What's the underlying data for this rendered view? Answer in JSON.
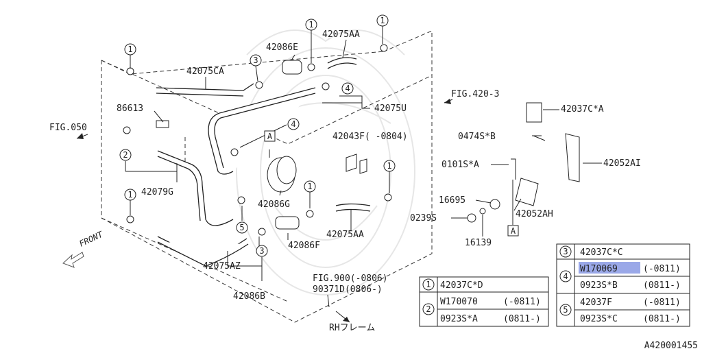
{
  "parts": {
    "p42075CA": "42075CA",
    "p42086E": "42086E",
    "p42075AA_top": "42075AA",
    "p86613": "86613",
    "p42075U": "42075U",
    "fig420": "FIG.420-3",
    "fig050": "FIG.050",
    "p42043F": "42043F( -0804)",
    "p42037CA": "42037C*A",
    "p0474SB": "0474S*B",
    "p0101SA": "0101S*A",
    "p42052AI": "42052AI",
    "p42079G": "42079G",
    "p42086G": "42086G",
    "p16695": "16695",
    "p0239S": "0239S",
    "p42052AH": "42052AH",
    "p16139": "16139",
    "p42075AA_bot": "42075AA",
    "p42086F": "42086F",
    "p42075AZ": "42075AZ",
    "p42086B": "42086B",
    "fig900a": "FIG.900(-0806)",
    "fig900b": "90371D(0806-)",
    "rh": "RHフレーム",
    "front": "FRONT",
    "doc_id": "A420001455"
  },
  "callouts": {
    "c1": "1",
    "c2": "2",
    "c3": "3",
    "c4": "4",
    "c5": "5",
    "box_a": "A"
  },
  "legend_left": {
    "r1_num": "1",
    "r1_part": "42037C*D",
    "r2_num": "2",
    "r2a_part": "W170070",
    "r2a_range": "(-0811)",
    "r2b_part": "0923S*A",
    "r2b_range": "(0811-)"
  },
  "legend_right": {
    "r3_num": "3",
    "r3_part": "42037C*C",
    "r4_num": "4",
    "r4a_part": "W170069",
    "r4a_range": "(-0811)",
    "r4b_part": "0923S*B",
    "r4b_range": "(0811-)",
    "r5_num": "5",
    "r5a_part": "42037F",
    "r5a_range": "(-0811)",
    "r5b_part": "0923S*C",
    "r5b_range": "(0811-)"
  }
}
